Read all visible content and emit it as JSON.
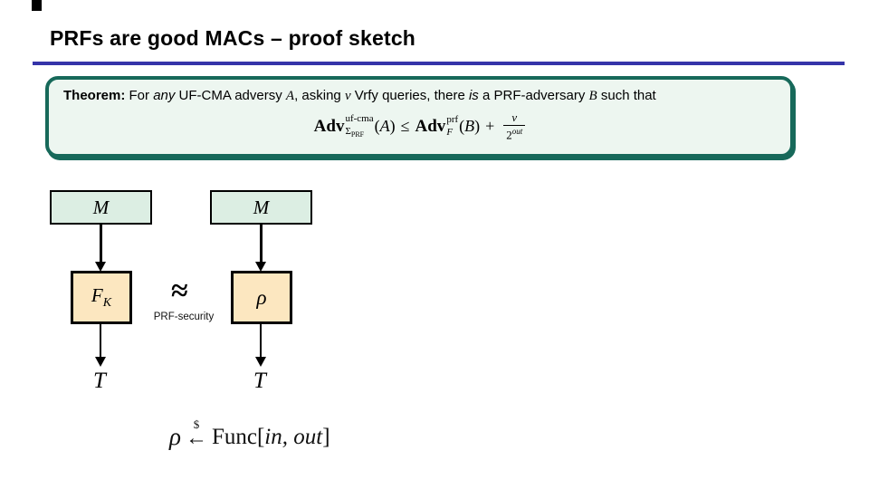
{
  "slide": {
    "title": "PRFs are good MACs – proof sketch"
  },
  "theorem": {
    "label": "Theorem:",
    "t1": " For ",
    "word_any": "any",
    "t2": " UF-CMA adversy ",
    "var_A": "A",
    "t3": ", asking ",
    "var_v": "v",
    "t4": " Vrfy queries, there ",
    "word_is": "is",
    "t5": " a PRF-adversary ",
    "var_B": "B",
    "t6": " such that",
    "formula": {
      "adv1": "Adv",
      "sup1": "uf-cma",
      "sub1_sigma": "Σ",
      "sub1_prf": "PRF",
      "open1": "(",
      "arg1": "A",
      "close1": ")",
      "leq": "≤",
      "adv2": "Adv",
      "sup2": "prf",
      "sub2": "F",
      "open2": "(",
      "arg2": "B",
      "close2": ")",
      "plus": "+",
      "frac_num": "v",
      "frac_den_base": "2",
      "frac_den_exp": "out"
    }
  },
  "diagram": {
    "left_column": {
      "message": "M",
      "func_base": "F",
      "func_sub": "K",
      "tag": "T"
    },
    "right_column": {
      "message": "M",
      "func": "ρ",
      "tag": "T"
    },
    "equivalence": {
      "symbol": "≈",
      "caption": "PRF-security"
    }
  },
  "footer": {
    "rho": "ρ",
    "dollar": "$",
    "arrow": "←",
    "func_open": "Func[",
    "args": "in, out",
    "close": "]"
  },
  "colors": {
    "accent_rule": "#3534a9",
    "theorem_border": "#17695a",
    "theorem_fill": "#edf6f0",
    "message_box_fill": "#dceee3",
    "function_box_fill": "#fce7c0"
  }
}
